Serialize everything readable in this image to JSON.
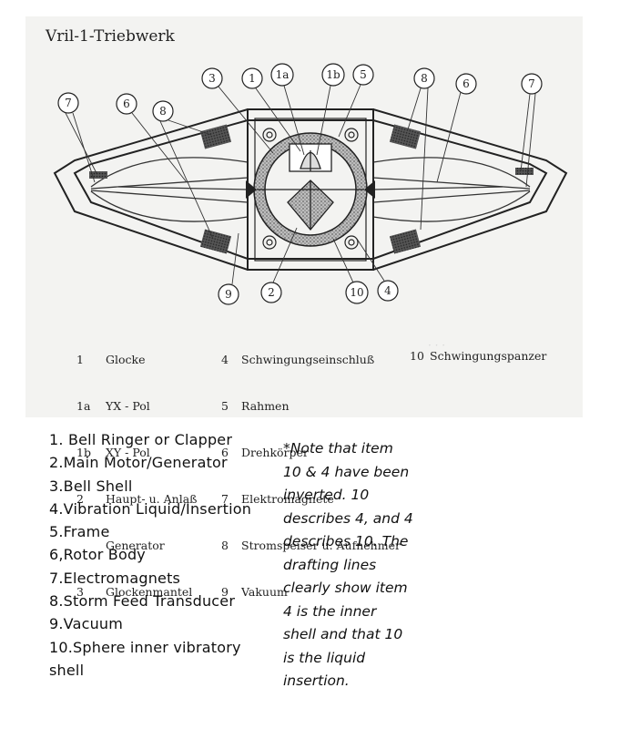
{
  "title": "Vril-1-Triebwerk",
  "callouts": [
    "3",
    "1",
    "1a",
    "1b",
    "5",
    "8",
    "6",
    "7",
    "7",
    "6",
    "8",
    "9",
    "2",
    "10",
    "4"
  ],
  "key_left": [
    {
      "num": "1",
      "text": "Glocke"
    },
    {
      "num": "1a",
      "text": "YX - Pol"
    },
    {
      "num": "1b",
      "text": "XY - Pol"
    },
    {
      "num": "2",
      "text": "Haupt- u. Anlaß"
    },
    {
      "num": "",
      "text": "Generator"
    },
    {
      "num": "3",
      "text": "Glockenmantel"
    }
  ],
  "key_mid": [
    {
      "num": "4",
      "text": "Schwingungseinschluß"
    },
    {
      "num": "5",
      "text": "Rahmen"
    },
    {
      "num": "6",
      "text": "Drehkörper"
    },
    {
      "num": "7",
      "text": "Elektromagnete"
    },
    {
      "num": "8",
      "text": "Stromspeiser u. Aufnehmer"
    },
    {
      "num": "9",
      "text": "Vakuum"
    }
  ],
  "key_right": {
    "num": "10",
    "text": "Schwingungspanzer"
  },
  "translations": [
    "1. Bell Ringer or Clapper",
    "2.Main Motor/Generator",
    "3.Bell Shell",
    "4.Vibration Liquid/Insertion",
    "5.Frame",
    "6,Rotor Body",
    "7.Electromagnets",
    "8.Storm Feed Transducer",
    "9.Vacuum",
    "10.Sphere inner vibratory",
    "shell"
  ],
  "note_lines": [
    "*Note that item",
    "10 & 4 have been",
    "inverted. 10",
    "describes 4, and 4",
    "describes 10. The",
    "drafting lines",
    "clearly show item",
    "4 is the inner",
    "shell and that 10",
    "is the liquid",
    "insertion."
  ]
}
